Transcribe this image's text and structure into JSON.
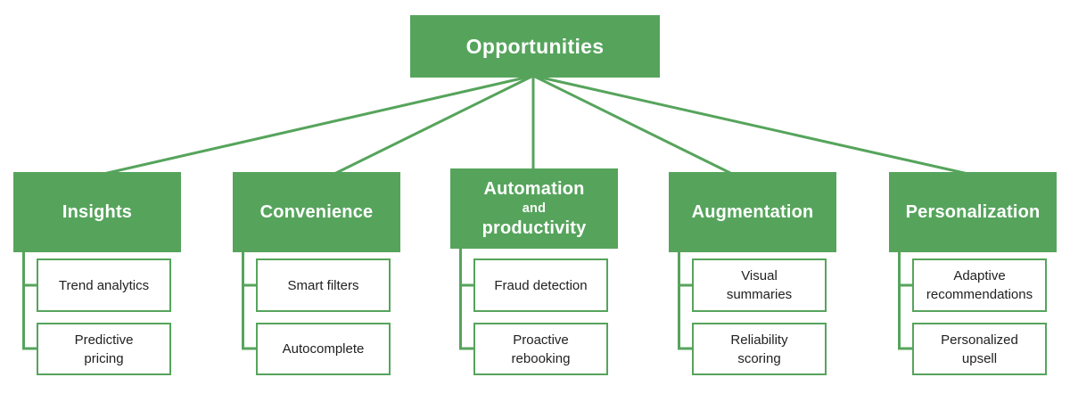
{
  "colors": {
    "node_fill": "#56a45c",
    "connector": "#56a45c",
    "root_text": "#ffffff",
    "child_text": "#212121",
    "child_fill": "#ffffff",
    "background": "#ffffff"
  },
  "tree": {
    "root": {
      "label": "Opportunities"
    },
    "categories": [
      {
        "label_lines": [
          "Insights"
        ],
        "children": [
          {
            "lines": [
              "Trend analytics"
            ]
          },
          {
            "lines": [
              "Predictive",
              "pricing"
            ]
          }
        ]
      },
      {
        "label_lines": [
          "Convenience"
        ],
        "children": [
          {
            "lines": [
              "Smart filters"
            ]
          },
          {
            "lines": [
              "Autocomplete"
            ]
          }
        ]
      },
      {
        "label_lines": [
          "Automation",
          "and",
          "productivity"
        ],
        "children": [
          {
            "lines": [
              "Fraud detection"
            ]
          },
          {
            "lines": [
              "Proactive",
              "rebooking"
            ]
          }
        ]
      },
      {
        "label_lines": [
          "Augmentation"
        ],
        "children": [
          {
            "lines": [
              "Visual",
              "summaries"
            ]
          },
          {
            "lines": [
              "Reliability",
              "scoring"
            ]
          }
        ]
      },
      {
        "label_lines": [
          "Personalization"
        ],
        "children": [
          {
            "lines": [
              "Adaptive",
              "recommendations"
            ]
          },
          {
            "lines": [
              "Personalized",
              "upsell"
            ]
          }
        ]
      }
    ]
  }
}
